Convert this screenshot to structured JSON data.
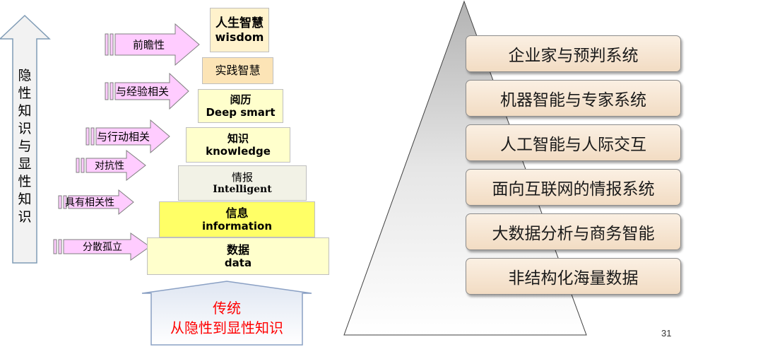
{
  "left_axis": {
    "label_chars": [
      "隐",
      "性",
      "知",
      "识",
      "与",
      "显",
      "性",
      "知",
      "识"
    ]
  },
  "pyramid_layers": [
    {
      "line1": "人生智慧",
      "line2": "wisdom"
    },
    {
      "line1": "实践智慧",
      "line2": ""
    },
    {
      "line1": "阅历",
      "line2": "Deep smart"
    },
    {
      "line1": "知识",
      "line2": "knowledge"
    },
    {
      "line1": "情报",
      "line2": "Intelligent"
    },
    {
      "line1": "信息",
      "line2": "information"
    },
    {
      "line1": "数据",
      "line2": "data"
    }
  ],
  "side_arrows": [
    "前瞻性",
    "与经验相关",
    "与行动相关",
    "对抗性",
    "具有相关性",
    "分散孤立"
  ],
  "bottom_arrow": {
    "line1": "传统",
    "line2": "从隐性到显性知识"
  },
  "right_pyramid": {
    "items": [
      "企业家与预判系统",
      "机器智能与专家系统",
      "人工智能与人际交互",
      "面向互联网的情报系统",
      "大数据分析与商务智能",
      "非结构化海量数据"
    ]
  },
  "page_number": "31",
  "colors": {
    "wisdom": "#fff2cc",
    "practice": "#fce4b6",
    "deepsmart": "#ffffcc",
    "knowledge": "#ffffcc",
    "intelligent": "#f2f2e6",
    "information": "#ffff66",
    "data": "#ffffcc",
    "side_arrow": "#ffccff",
    "bottom_arrow_text": "#ff0000",
    "right_box": "#f8e8d5"
  }
}
